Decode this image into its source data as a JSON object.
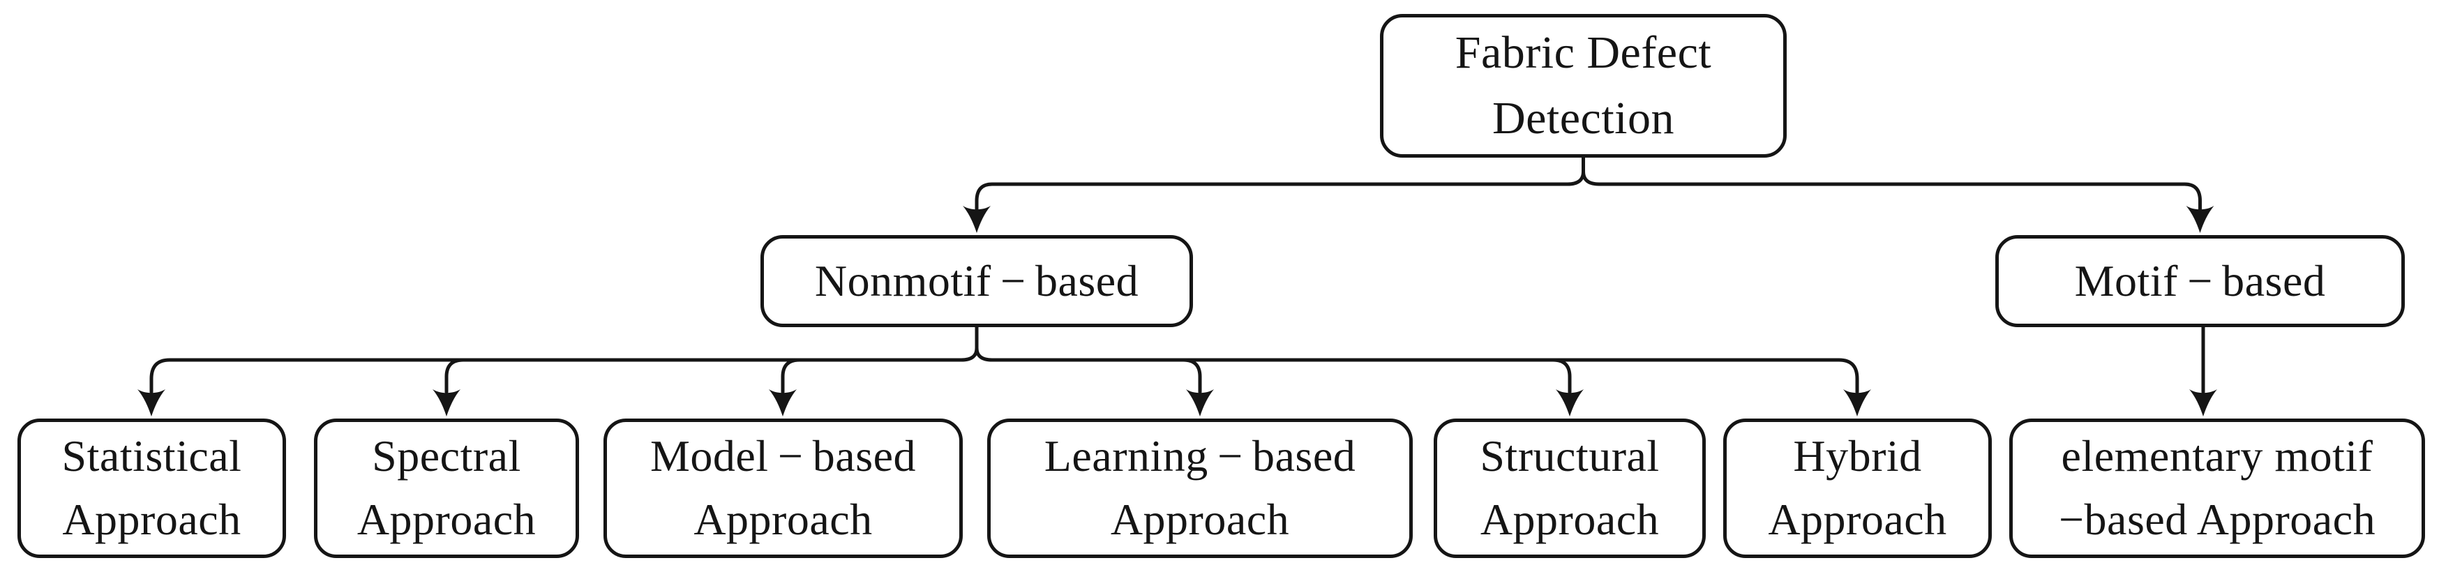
{
  "figure": {
    "type": "tree-diagram",
    "background_color": "#ffffff",
    "line_color": "#151515"
  },
  "nodes": [
    {
      "id": "fabric-defect-detection",
      "label": "Fabric Defect\nDetection",
      "level": 1,
      "parent": null
    },
    {
      "id": "nonmotif-based",
      "label": "Nonmotif − based",
      "level": 2,
      "parent": "fabric-defect-detection"
    },
    {
      "id": "motif-based",
      "label": "Motif − based",
      "level": 2,
      "parent": "fabric-defect-detection"
    },
    {
      "id": "statistical-approach",
      "label": "Statistical\nApproach",
      "level": 3,
      "parent": "nonmotif-based"
    },
    {
      "id": "spectral-approach",
      "label": "Spectral\nApproach",
      "level": 3,
      "parent": "nonmotif-based"
    },
    {
      "id": "model-based-approach",
      "label": "Model − based\nApproach",
      "level": 3,
      "parent": "nonmotif-based"
    },
    {
      "id": "learning-based-approach",
      "label": "Learning − based\nApproach",
      "level": 3,
      "parent": "nonmotif-based"
    },
    {
      "id": "structural-approach",
      "label": "Structural\nApproach",
      "level": 3,
      "parent": "nonmotif-based"
    },
    {
      "id": "hybrid-approach",
      "label": "Hybrid\nApproach",
      "level": 3,
      "parent": "nonmotif-based"
    },
    {
      "id": "elementary-motif-based-approach",
      "label": "elementary motif\n−based Approach",
      "level": 3,
      "parent": "motif-based"
    }
  ]
}
